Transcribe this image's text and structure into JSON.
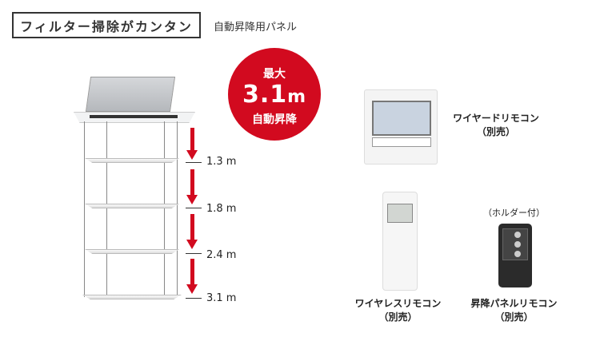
{
  "header": {
    "title": "フィルター掃除がカンタン",
    "subtitle": "自動昇降用パネル"
  },
  "badge": {
    "line1": "最大",
    "value": "3.1",
    "unit": "m",
    "line3": "自動昇降",
    "color": "#d20a1f"
  },
  "heights": [
    "1.3 m",
    "1.8 m",
    "2.4 m",
    "3.1 m"
  ],
  "remotes": {
    "wired": {
      "name": "ワイヤードリモコン",
      "note": "（別売）"
    },
    "wireless": {
      "name": "ワイヤレスリモコン",
      "note": "（別売）"
    },
    "panel": {
      "name": "昇降パネルリモコン",
      "note": "（別売）",
      "extra": "（ホルダー付）"
    }
  }
}
